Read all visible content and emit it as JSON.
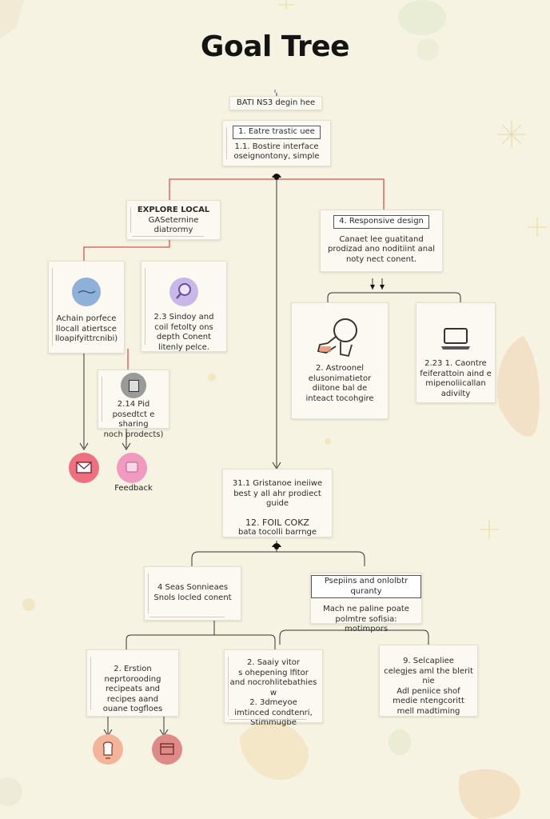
{
  "title": "Goal Tree",
  "colors": {
    "background": "#f7f3e2",
    "connector_red": "#d9534f",
    "connector_dark": "#333333",
    "accent_yellow": "#e8d650",
    "blue_circle": "#8fb0d8",
    "purple_circle": "#c8b8e8",
    "gray_square": "#9a9a9a",
    "red_circle": "#ee6f80",
    "pink_circle": "#f09ac0",
    "orange_circle": "#f4b49a",
    "rose_circle": "#e08a88"
  },
  "nodes": {
    "root_header": "BATI NS3 degin hee",
    "n1_header": "1. Eatre trastic uee",
    "n1_text": "1.1. Bostire interface\noseignontony, simple",
    "explore_header": "EXPLORE LOCAL",
    "explore_text": "GASeternine\ndiatrormy",
    "responsive_header": "4. Responsive design",
    "responsive_text": "Canaet lee guatitand\nprodizad ano noditiint anal\nnoty nect conent.",
    "left_a_text": "Achain porfece\nllocall atiertsce\nlloapifyittrcnibi)",
    "left_b_text": "2.3 Sindoy and\ncoil fetolty ons\ndepth Conent\nlitenly pelce.",
    "mid_small_text": "2.14 Pid\nposedtct e sharing\nnoch prodects)",
    "feedback_label": "Feedback",
    "right_a_text": "2. Astroonel\nelusonimatietor\ndiitone bal de\ninteact tocohgire",
    "right_b_text": "2.23 1. Caontre\nfeiferattoin aind e\nmipenoliicallan\nadivilty",
    "center_text": "31.1 Gristanoe ineiiwe\nbest y all ahr prodiect\nguide",
    "center_sub_header": "12. FOIL COKZ",
    "center_sub_text": "bata tocolli barrnge",
    "low_left_text": "4 Seas Sonnieaes\nSnols locled conent",
    "low_right_header": "Psepiins and onlolbtr quranty",
    "low_right_text": "Mach ne paline poate\npolmtre sofisia:\nmotimpors",
    "bottom_a_text": "2. Erstion\nneprtorooding\nrecipeats and\nrecipes aand\nouane togfloes",
    "bottom_b_text": "2. Saaiy vitor\ns ohepening lfitor\nand nocrohlitebathies\nw\n2. 3dmeyoe\nimtinced condtenri,\nStimmugbe",
    "bottom_c_text": "9. Selcapliee\ncelegjes aml the blerit\nnie\nAdl peniice shof\nmedie ntengcoritt\nmell madtiming"
  }
}
